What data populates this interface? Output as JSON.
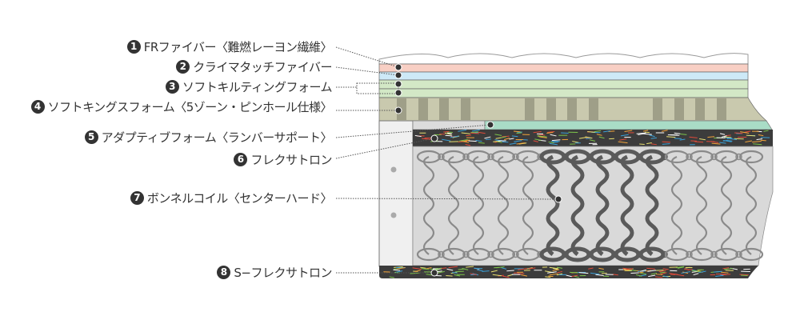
{
  "labels": [
    {
      "num": "1",
      "text": "FRファイバー〈難燃レーヨン繊維〉"
    },
    {
      "num": "2",
      "text": "クライマタッチファイバー"
    },
    {
      "num": "3",
      "text": "ソフトキルティングフォーム"
    },
    {
      "num": "4",
      "text": "ソフトキングスフォーム〈5ゾーン・ピンホール仕様〉"
    },
    {
      "num": "5",
      "text": "アダプティブフォーム〈ランバーサポート〉"
    },
    {
      "num": "6",
      "text": "フレクサトロン"
    },
    {
      "num": "7",
      "text": "ボンネルコイル〈センターハード〉"
    },
    {
      "num": "8",
      "text": "S−フレクサトロン"
    }
  ],
  "colors": {
    "fr_fiber": "#f8cfc4",
    "climatouch": "#cde9f7",
    "quilting": "#d3e8c6",
    "kings_foam": "#c9c9ae",
    "kings_stripe": "#9f9f88",
    "adaptive": "#a9dcc6",
    "flextron": "#3c3c3c",
    "coil_bg": "#d9d9d9",
    "coil_hard": "#5a5a5a",
    "coil_soft": "#8a8a8a",
    "text": "#333333"
  }
}
